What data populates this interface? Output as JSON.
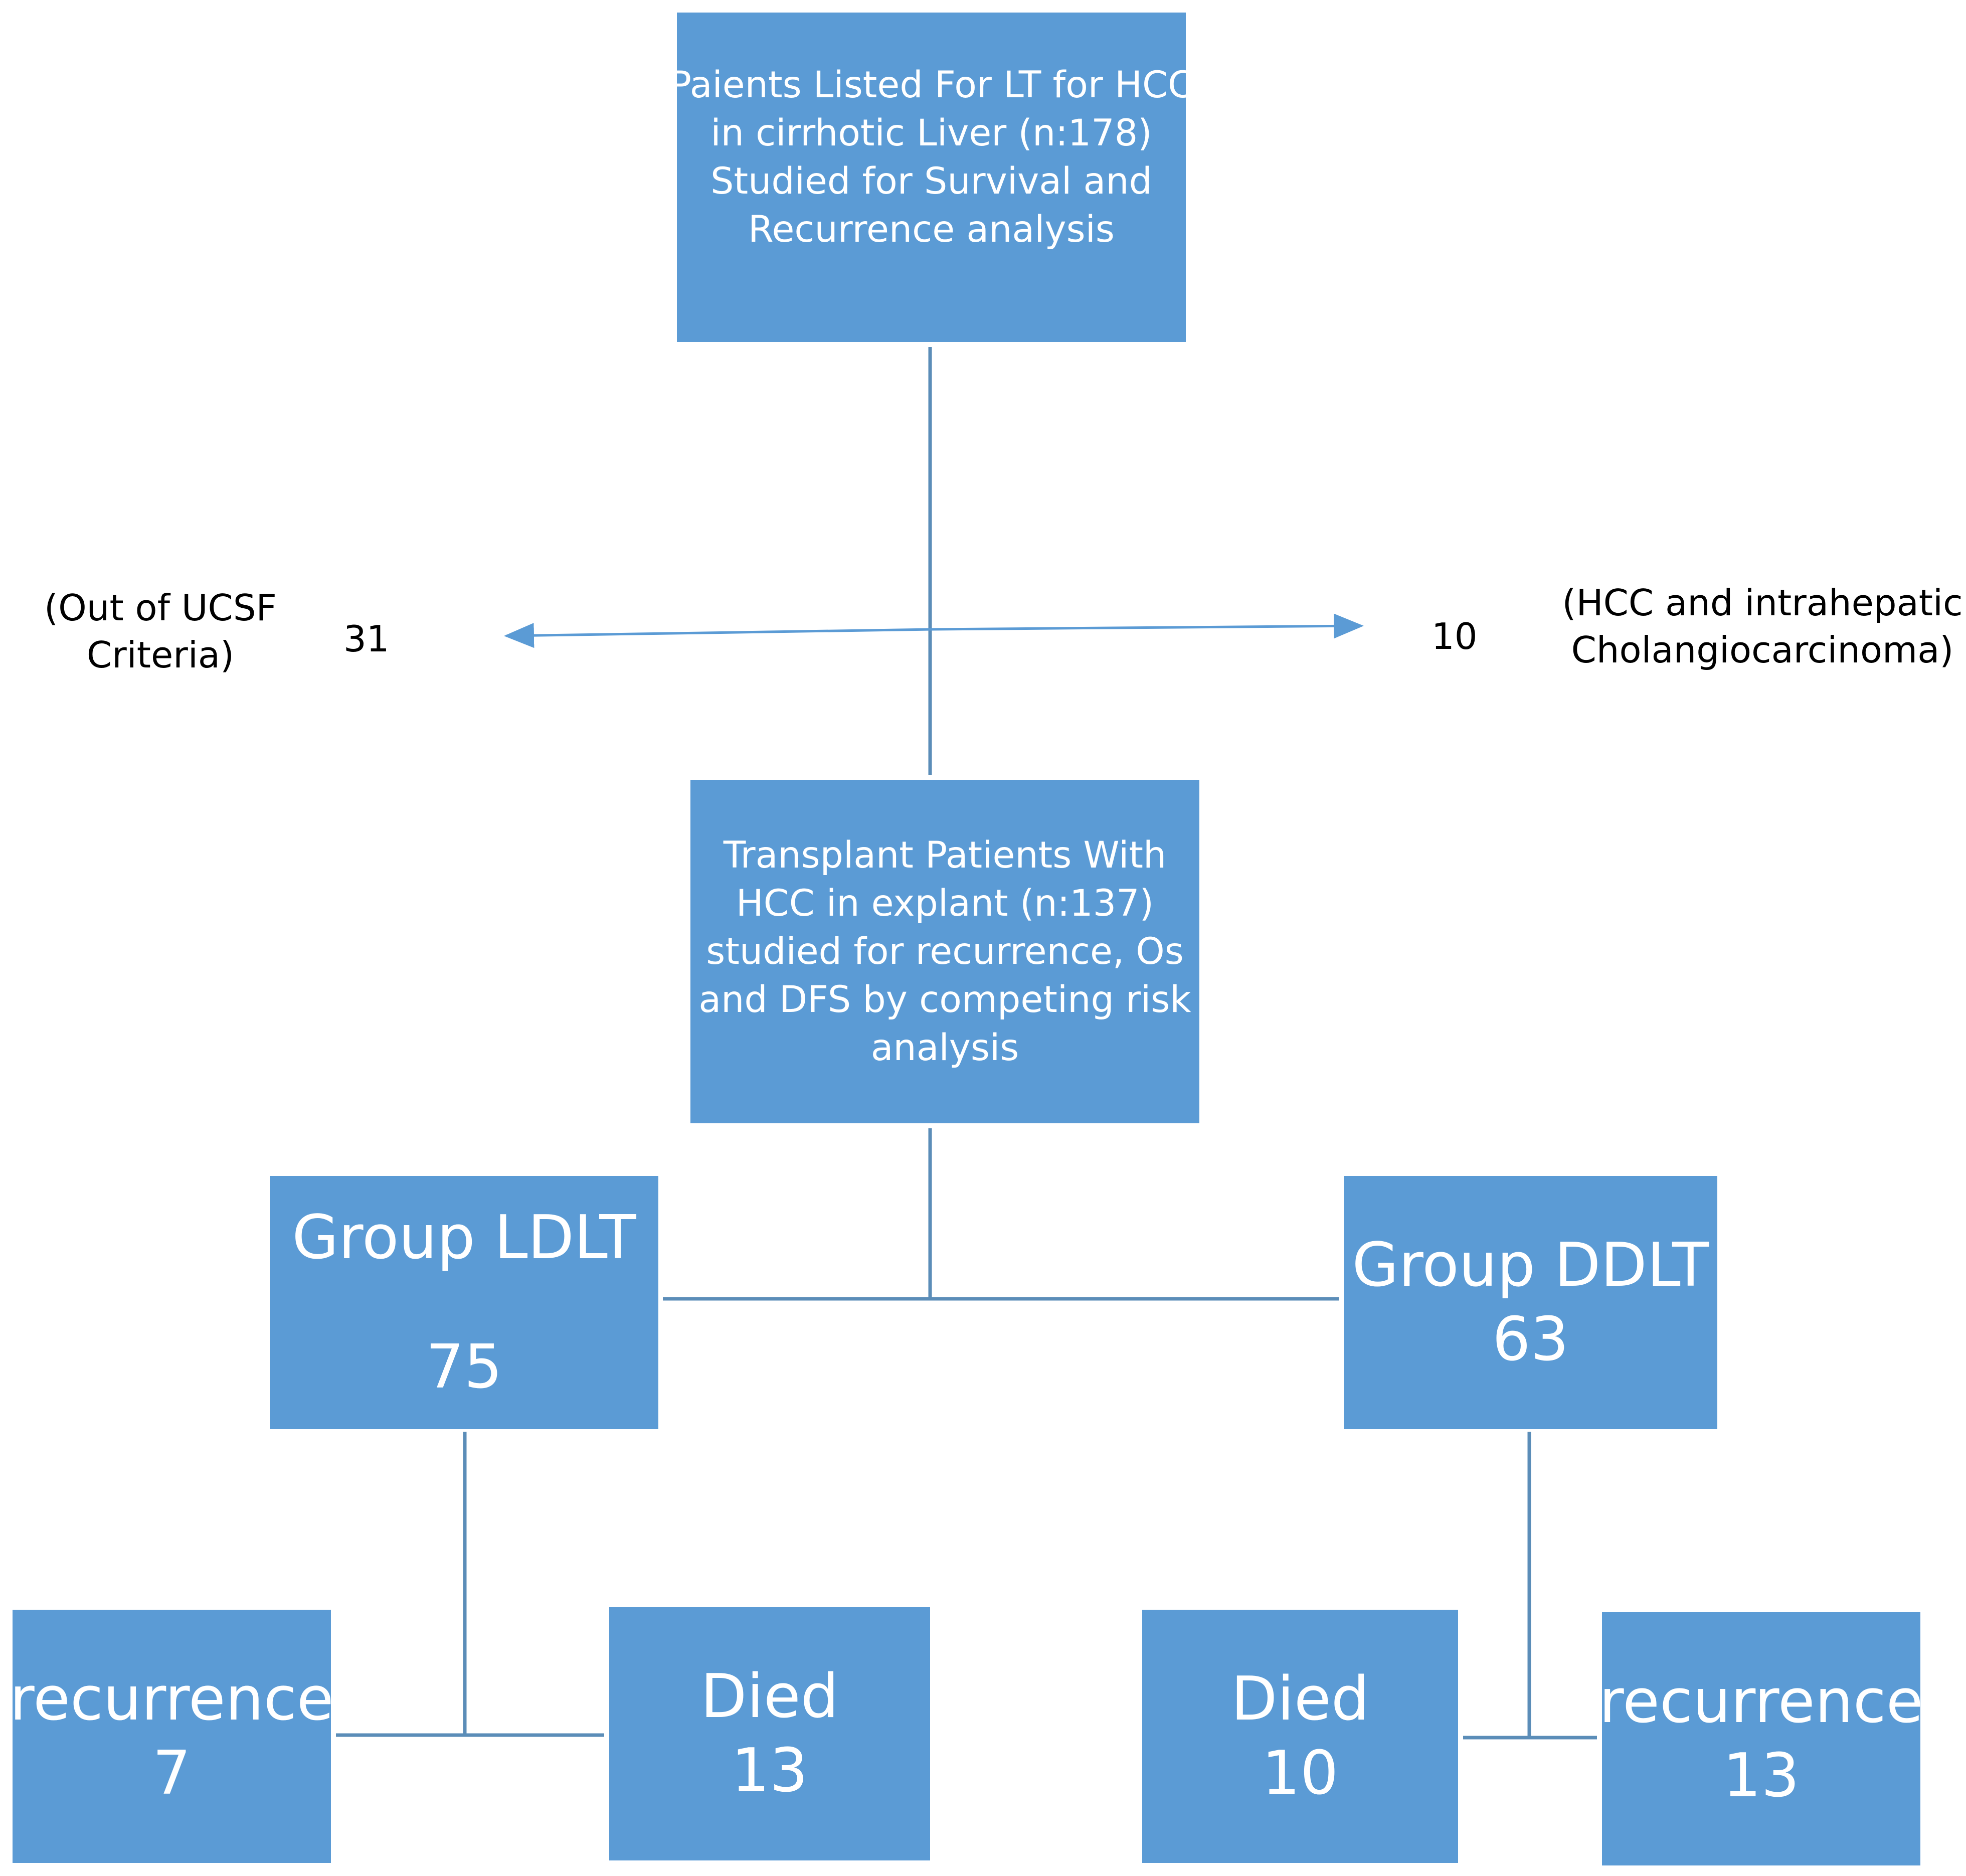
{
  "colors": {
    "box_fill": "#5b9bd5",
    "connector": "#5b8db8",
    "arrow": "#5b9bd5"
  },
  "nodes": {
    "listed": {
      "lines": [
        "Paients Listed For LT for HCC",
        "in cirrhotic  Liver (n:178)",
        "Studied for Survival and",
        "Recurrence analysis"
      ]
    },
    "transplant": {
      "lines": [
        "Transplant Patients With",
        "HCC in explant (n:137)",
        "studied for recurrence, Os",
        "and DFS by competing risk",
        "analysis"
      ]
    },
    "ldlt": {
      "title": "Group LDLT",
      "value": "75"
    },
    "ddlt": {
      "title": "Group DDLT",
      "value": "63"
    },
    "ldlt_recurrence": {
      "title": "recurrence",
      "value": "7"
    },
    "ldlt_died": {
      "title": "Died",
      "value": "13"
    },
    "ddlt_died": {
      "title": "Died",
      "value": "10"
    },
    "ddlt_recurrence": {
      "title": "recurrence",
      "value": "13"
    }
  },
  "exclusions": {
    "left": {
      "reason_lines": [
        "(Out of UCSF",
        "Criteria)"
      ],
      "count": "31"
    },
    "right": {
      "reason_lines": [
        "(HCC and intrahepatic",
        "Cholangiocarcinoma)"
      ],
      "count": "10"
    }
  }
}
